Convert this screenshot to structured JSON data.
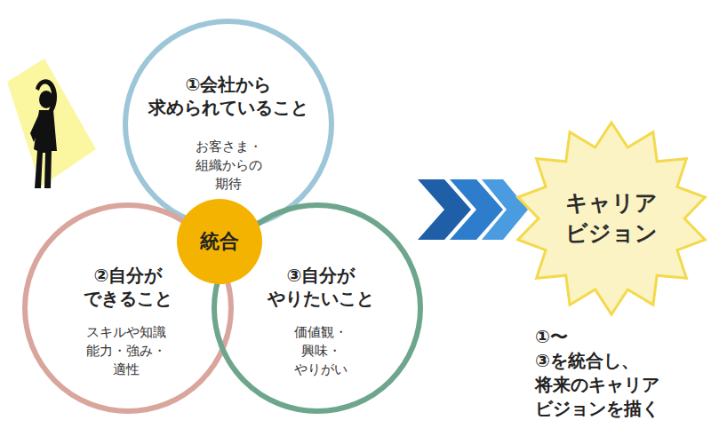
{
  "diagram": {
    "nodes": [
      {
        "text": [
          "①会社から 求められていること",
          "お客さま・組織からの 期待"
        ]
      },
      {
        "text": [
          "②自分が できること",
          "スキルや知識 能力・強み・適性"
        ]
      },
      {
        "text": [
          "③自分が やりたいこと",
          "価値観・興味・ やりがい"
        ]
      },
      {
        "text": [
          "統合"
        ]
      },
      {
        "text": [
          "キャリア ビジョン"
        ]
      }
    ],
    "labels": [
      "①〜③を統合し、 将来のキャリア ビジョンを描く"
    ]
  }
}
